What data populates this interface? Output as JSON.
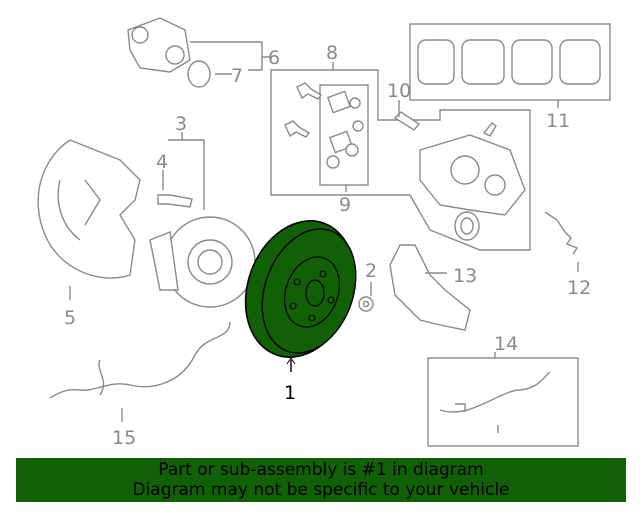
{
  "diagram": {
    "callouts": {
      "c1": "1",
      "c2": "2",
      "c3": "3",
      "c4": "4",
      "c5": "5",
      "c6": "6",
      "c7": "7",
      "c8": "8",
      "c9": "9",
      "c10": "10",
      "c11": "11",
      "c12": "12",
      "c13": "13",
      "c14": "14",
      "c15": "15"
    },
    "highlight_color": "#116006"
  },
  "banner": {
    "line1": "Part or sub-assembly is #1 in diagram",
    "line2": "Diagram may not be specific to your vehicle"
  }
}
